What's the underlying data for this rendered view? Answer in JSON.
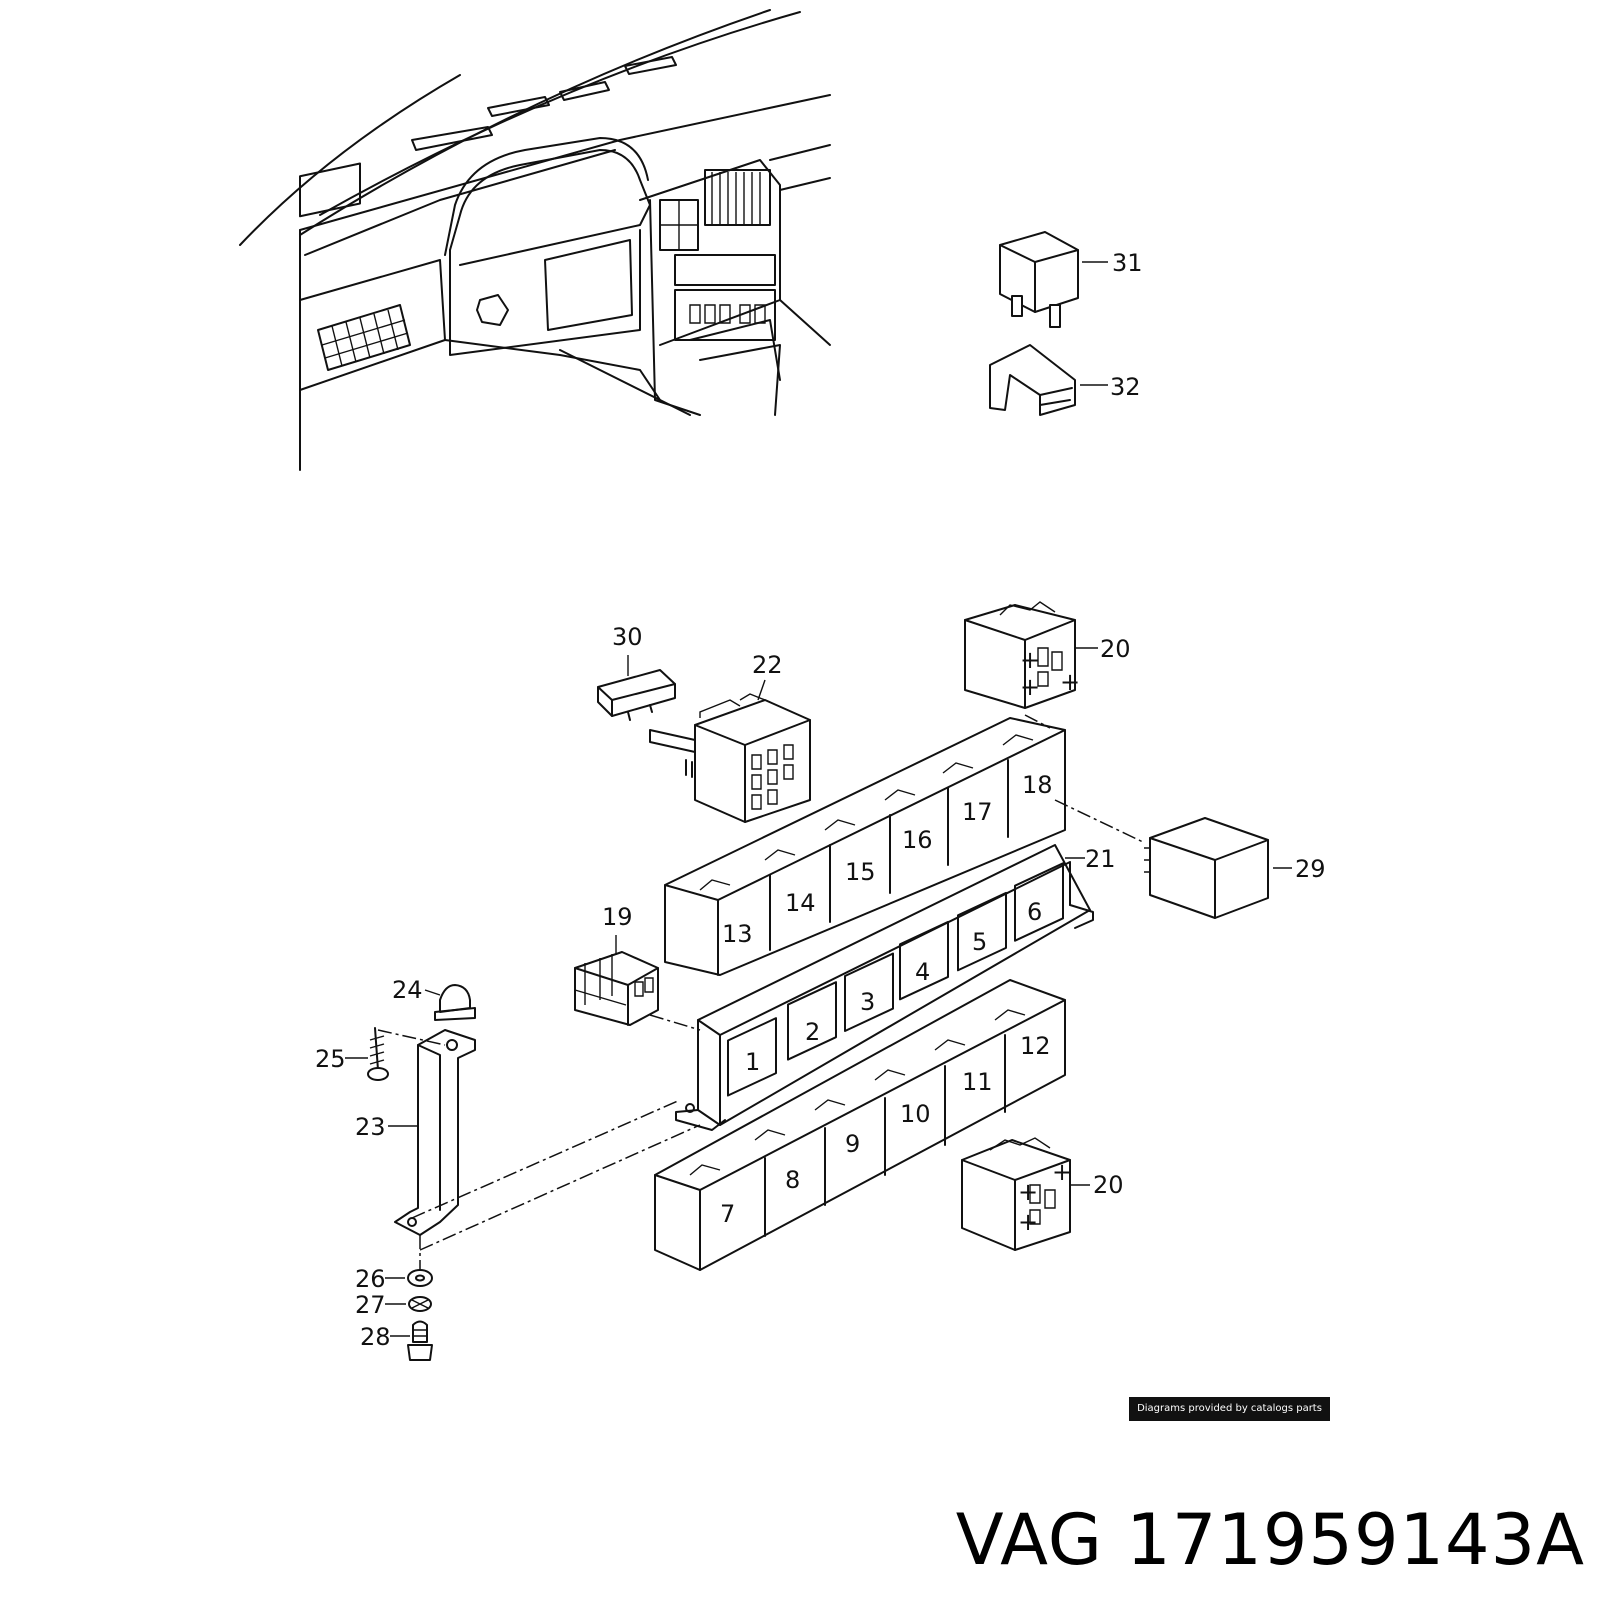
{
  "callouts": {
    "c31": "31",
    "c32": "32",
    "c30": "30",
    "c22": "22",
    "c20a": "20",
    "c20b": "20",
    "c21": "21",
    "c29": "29",
    "c19": "19",
    "c24": "24",
    "c25": "25",
    "c23": "23",
    "c26": "26",
    "c27": "27",
    "c28": "28"
  },
  "slots": [
    "1",
    "2",
    "3",
    "4",
    "5",
    "6",
    "7",
    "8",
    "9",
    "10",
    "11",
    "12",
    "13",
    "14",
    "15",
    "16",
    "17",
    "18"
  ],
  "watermark": "Diagrams provided by catalogs parts",
  "title": "VAG 171959143A"
}
